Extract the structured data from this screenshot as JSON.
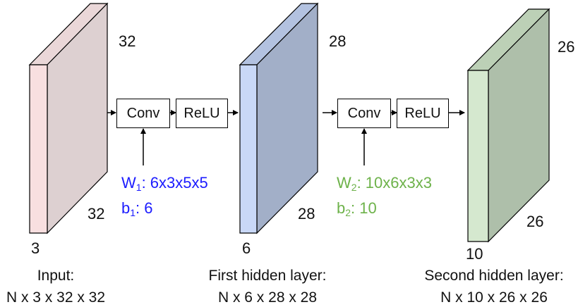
{
  "layers": [
    {
      "depth": "3",
      "height": "32",
      "width": "32",
      "caption": "Input:",
      "shape": "N x 3 x 32 x 32",
      "front_color": "#f8dfe0",
      "side_color": "#ddd0d1"
    },
    {
      "depth": "6",
      "height": "28",
      "width": "28",
      "caption": "First hidden layer:",
      "shape": "N x 6 x 28 x 28",
      "front_color": "#c9d8f7",
      "side_color": "#a2afc8"
    },
    {
      "depth": "10",
      "height": "26",
      "width": "26",
      "caption": "Second hidden layer:",
      "shape": "N x 10 x 26 x 26",
      "front_color": "#d5e8cf",
      "side_color": "#aebfaa"
    }
  ],
  "ops": [
    {
      "conv": "Conv",
      "relu": "ReLU",
      "w_sym": "W",
      "w_sub": "1",
      "w_dims": ": 6x3x5x5",
      "b_sym": "b",
      "b_sub": "1",
      "b_val": ": 6",
      "color": "#1c1cff"
    },
    {
      "conv": "Conv",
      "relu": "ReLU",
      "w_sym": "W",
      "w_sub": "2",
      "w_dims": ": 10x6x3x3",
      "b_sym": "b",
      "b_sub": "2",
      "b_val": ": 10",
      "color": "#6db24a"
    }
  ]
}
